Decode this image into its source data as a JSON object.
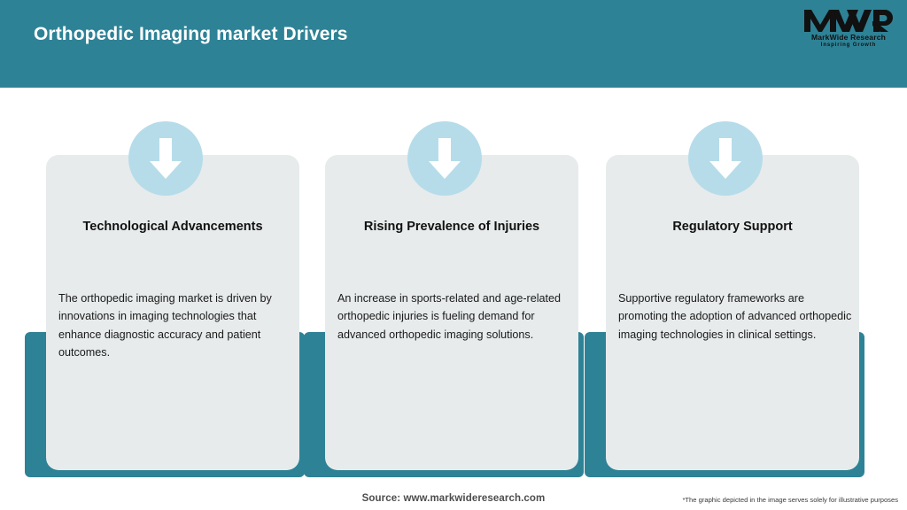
{
  "header": {
    "title": "Orthopedic Imaging market Drivers",
    "background_color": "#2e8296",
    "title_color": "#ffffff"
  },
  "logo": {
    "mark": "MWR",
    "name": "MarkWide Research",
    "tagline": "Inspiring Growth",
    "color": "#111111"
  },
  "theme": {
    "accent": "#2e8296",
    "badge": "#b6dcea",
    "panel": "#e7ebec",
    "arrow": "#ffffff"
  },
  "cards": [
    {
      "icon": "down-arrow-icon",
      "title": "Technological Advancements",
      "body": "The orthopedic imaging market is driven by innovations in imaging technologies that enhance diagnostic accuracy and patient outcomes."
    },
    {
      "icon": "down-arrow-icon",
      "title": "Rising Prevalence of Injuries",
      "body": "An increase in sports-related and age-related orthopedic injuries is fueling demand for advanced orthopedic imaging solutions."
    },
    {
      "icon": "down-arrow-icon",
      "title": "Regulatory Support",
      "body": "Supportive regulatory frameworks are promoting the adoption of advanced orthopedic imaging technologies in clinical settings."
    }
  ],
  "footer": {
    "source": "Source: www.markwideresearch.com",
    "disclaimer": "*The graphic depicted in the image serves solely for illustrative purposes"
  }
}
